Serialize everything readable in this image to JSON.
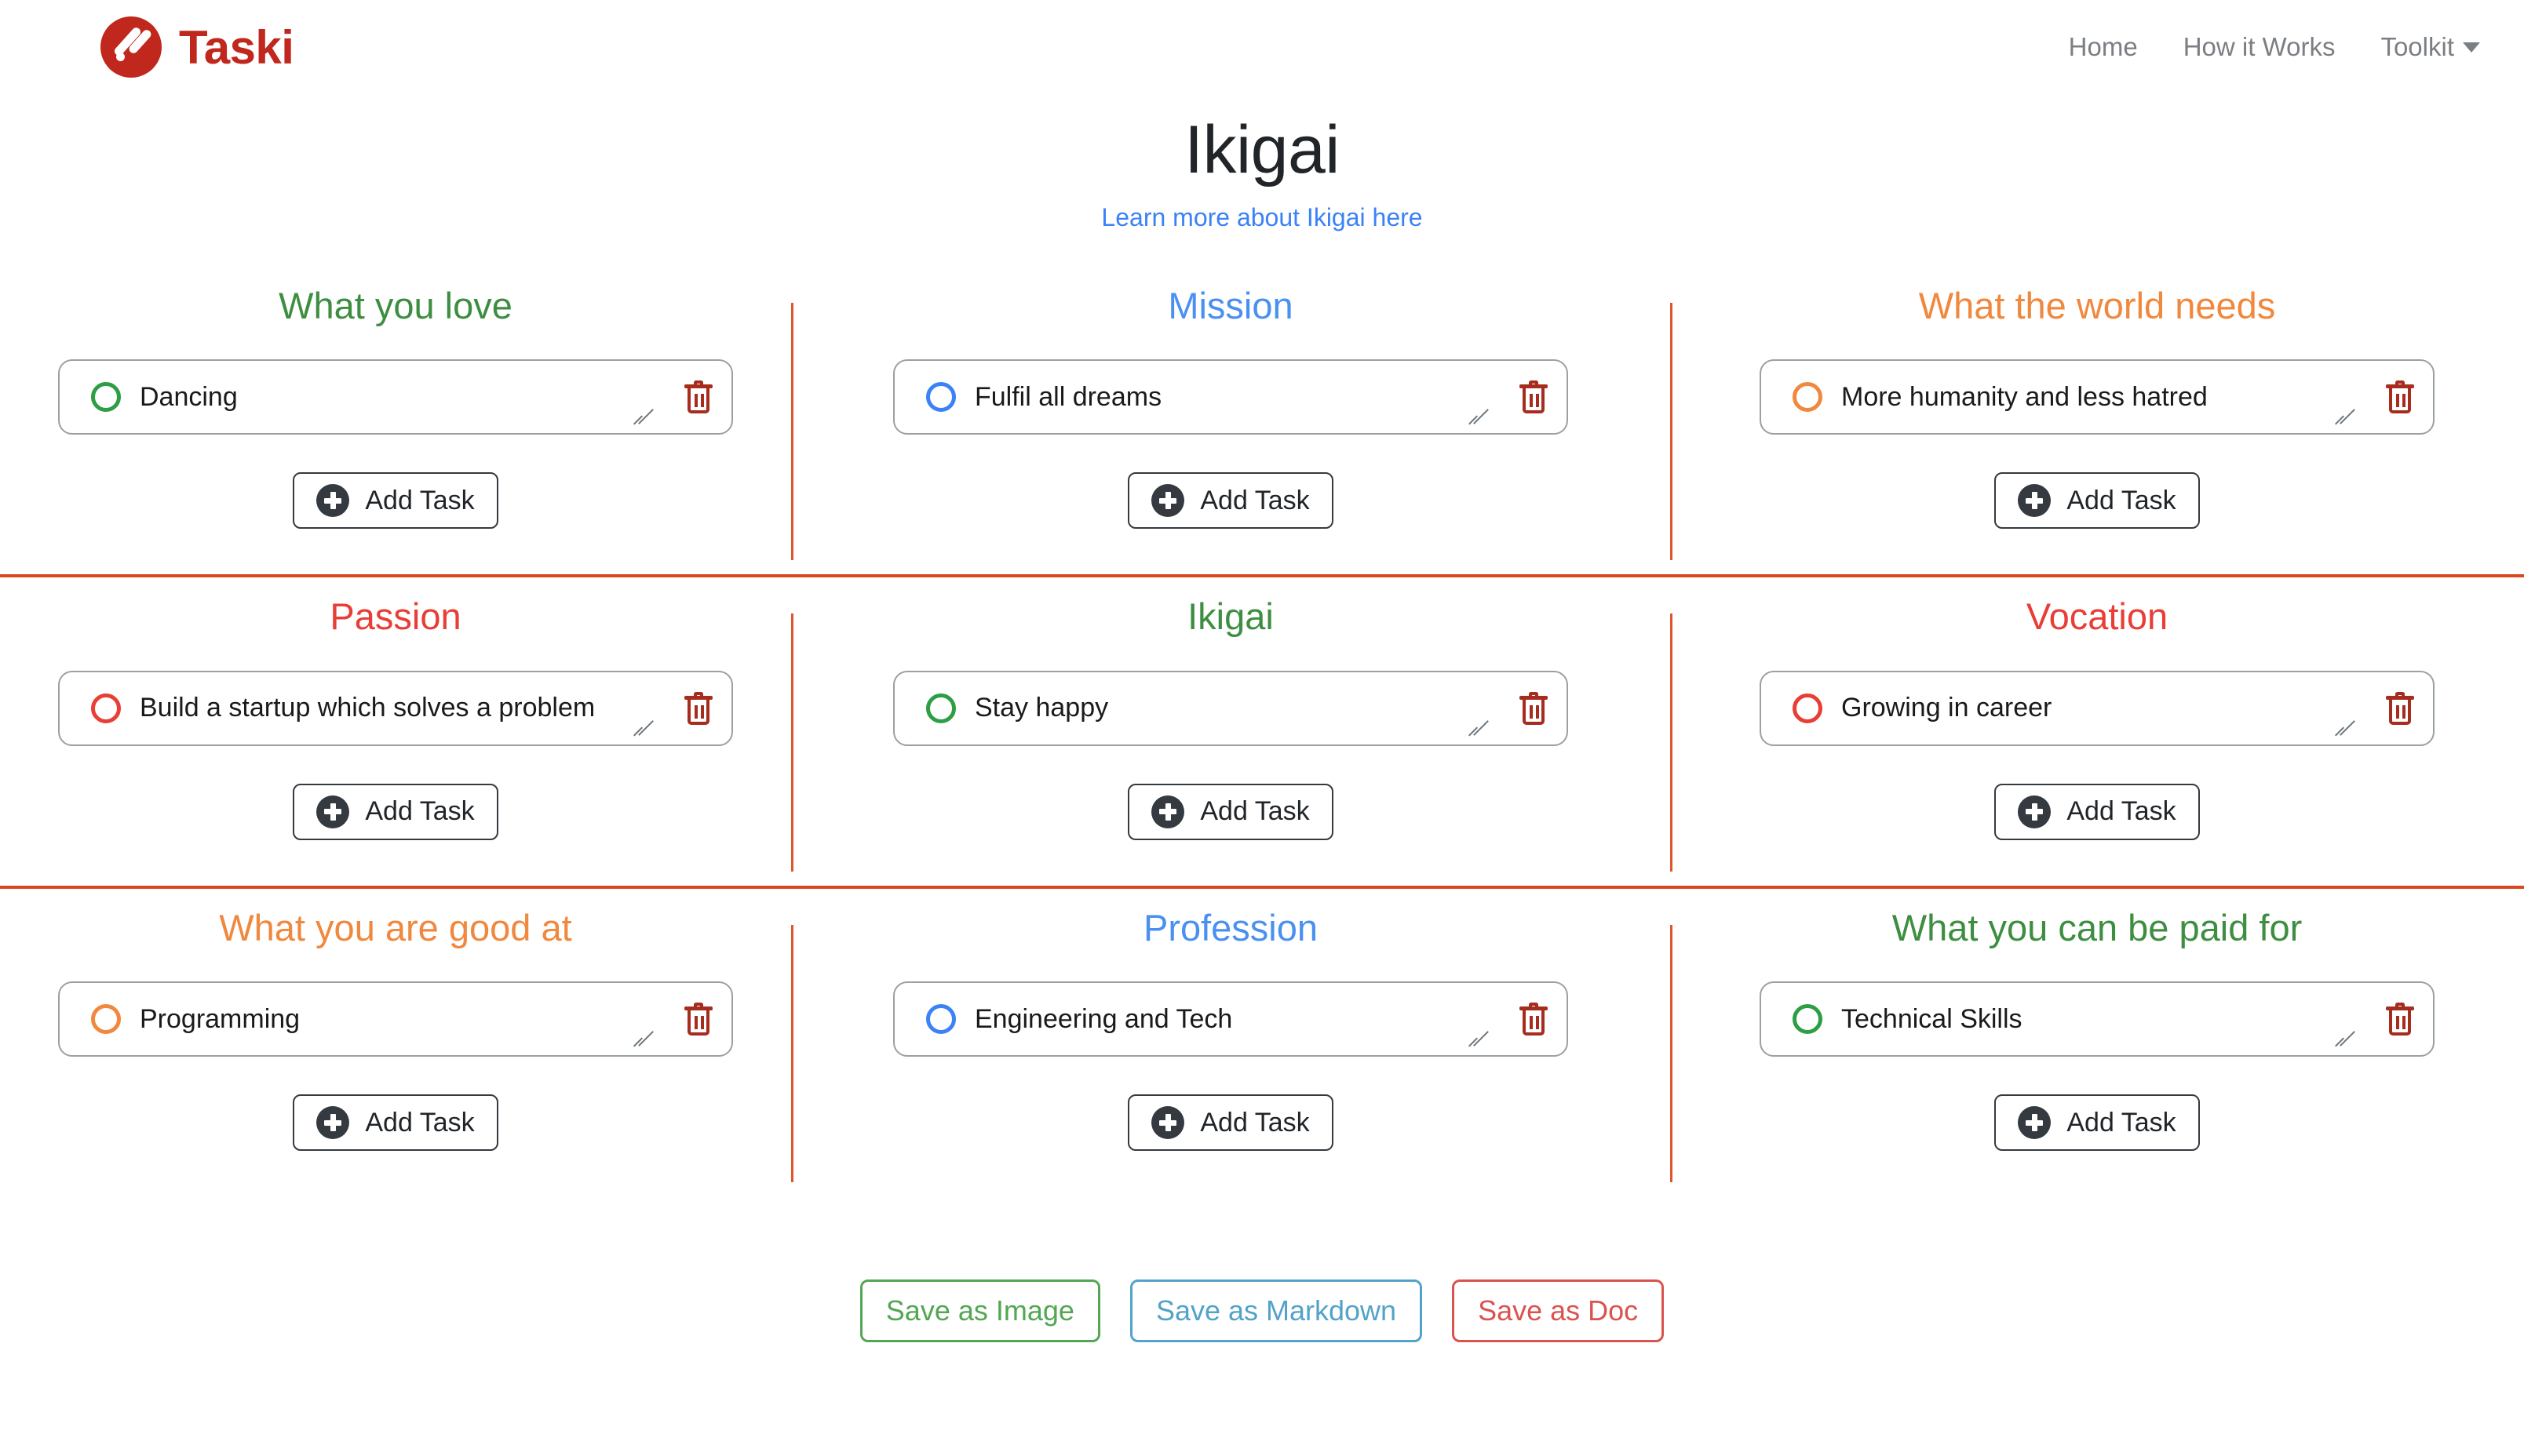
{
  "brand": {
    "name": "Taski",
    "logo_icon": "taski-logo-icon",
    "color": "#c0271d"
  },
  "nav": {
    "items": [
      {
        "label": "Home",
        "name": "home"
      },
      {
        "label": "How it Works",
        "name": "how-it-works"
      },
      {
        "label": "Toolkit",
        "name": "toolkit",
        "has_dropdown": true
      }
    ]
  },
  "header": {
    "title": "Ikigai",
    "subtitle_link": "Learn more about Ikigai here",
    "link_color": "#3b82f6"
  },
  "colors": {
    "green": "#3e8e41",
    "blue": "#4a90f0",
    "orange": "#f0883e",
    "red": "#e83e36",
    "divider": "#d9481f",
    "trash": "#a62c1e"
  },
  "common": {
    "add_task_label": "Add Task",
    "plus_icon": "plus-circle-icon",
    "delete_icon": "trash-icon",
    "resize_icon": "resize-handle-icon",
    "checkbox_icon": "circle-checkbox-icon"
  },
  "grid": {
    "rows": [
      {
        "cells": [
          {
            "name": "what-you-love",
            "title": "What you love",
            "title_color": "#3e8e41",
            "tasks": [
              {
                "text": "Dancing",
                "circle_color": "#2e9e44"
              }
            ]
          },
          {
            "name": "mission",
            "title": "Mission",
            "title_color": "#4a90f0",
            "tasks": [
              {
                "text": "Fulfil all dreams",
                "circle_color": "#3b82f6"
              }
            ]
          },
          {
            "name": "what-the-world-needs",
            "title": "What the world needs",
            "title_color": "#f0883e",
            "tasks": [
              {
                "text": "More humanity and less hatred",
                "circle_color": "#f0883e"
              }
            ]
          }
        ]
      },
      {
        "cells": [
          {
            "name": "passion",
            "title": "Passion",
            "title_color": "#e83e36",
            "tasks": [
              {
                "text": "Build a startup which solves a problem",
                "circle_color": "#e83e36"
              }
            ]
          },
          {
            "name": "ikigai",
            "title": "Ikigai",
            "title_color": "#3e8e41",
            "tasks": [
              {
                "text": "Stay happy",
                "circle_color": "#2e9e44"
              }
            ]
          },
          {
            "name": "vocation",
            "title": "Vocation",
            "title_color": "#e83e36",
            "tasks": [
              {
                "text": "Growing in career",
                "circle_color": "#e83e36"
              }
            ]
          }
        ]
      },
      {
        "cells": [
          {
            "name": "what-you-are-good-at",
            "title": "What you are good at",
            "title_color": "#f0883e",
            "tasks": [
              {
                "text": "Programming",
                "circle_color": "#f0883e"
              }
            ]
          },
          {
            "name": "profession",
            "title": "Profession",
            "title_color": "#4a90f0",
            "tasks": [
              {
                "text": "Engineering and Tech",
                "circle_color": "#3b82f6"
              }
            ]
          },
          {
            "name": "what-you-can-be-paid-for",
            "title": "What you can be paid for",
            "title_color": "#3e8e41",
            "tasks": [
              {
                "text": "Technical Skills",
                "circle_color": "#2e9e44"
              }
            ]
          }
        ]
      }
    ]
  },
  "footer": {
    "buttons": [
      {
        "label": "Save as Image",
        "name": "save-as-image",
        "color": "#53a653"
      },
      {
        "label": "Save as Markdown",
        "name": "save-as-markdown",
        "color": "#52a3c9"
      },
      {
        "label": "Save as Doc",
        "name": "save-as-doc",
        "color": "#d9534f"
      }
    ]
  }
}
